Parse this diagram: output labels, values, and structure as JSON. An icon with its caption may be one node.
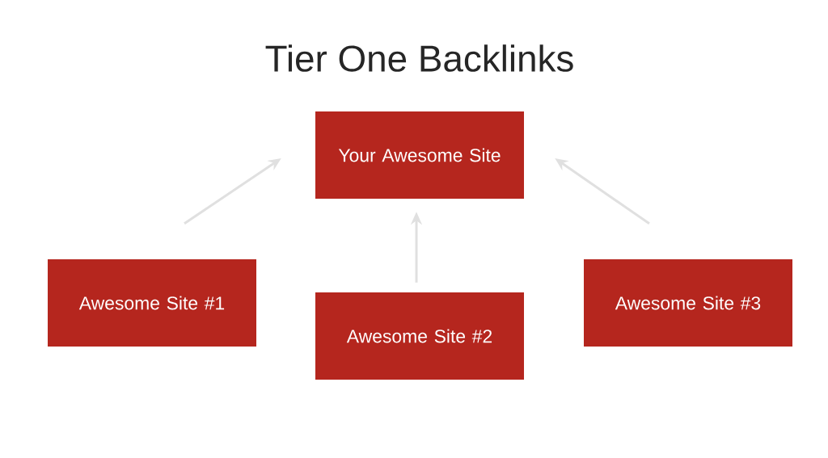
{
  "diagram": {
    "title": "Tier One Backlinks",
    "nodes": [
      {
        "text": [
          "Your Awesome Site"
        ]
      },
      {
        "text": [
          "Awesome Site #1"
        ]
      },
      {
        "text": [
          "Awesome Site #2"
        ]
      },
      {
        "text": [
          "Awesome Site #3"
        ]
      }
    ],
    "edges": [
      {
        "from": 1,
        "to": 0,
        "arrow": "to"
      },
      {
        "from": 2,
        "to": 0,
        "arrow": "to"
      },
      {
        "from": 3,
        "to": 0,
        "arrow": "to"
      }
    ]
  }
}
